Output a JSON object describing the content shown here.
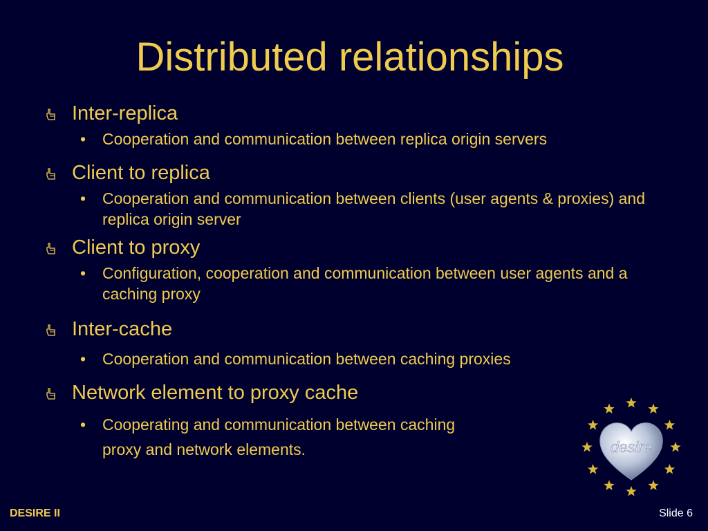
{
  "slide": {
    "title": "Distributed relationships",
    "items": [
      {
        "label": "Inter-replica",
        "sub": [
          "Cooperation and communication between replica origin servers"
        ]
      },
      {
        "label": "Client to replica",
        "sub": [
          "Cooperation and communication between clients (user agents & proxies) and replica origin server"
        ]
      },
      {
        "label": "Client to proxy",
        "sub": [
          "Configuration, cooperation and communication between  user agents and a caching proxy"
        ]
      },
      {
        "label": "Inter-cache",
        "sub": [
          "Cooperation and communication between caching proxies"
        ]
      },
      {
        "label": "Network element to proxy cache",
        "sub": [
          "Cooperating and communication between caching",
          "proxy and network elements."
        ]
      }
    ],
    "bullet_char": "•",
    "bullet_icon": "pointing-hand-icon",
    "footer_left": "DESIRE II",
    "footer_right": "Slide 6",
    "logo_icon": "desire-heart-stars-logo",
    "logo_text": "desire"
  },
  "colors": {
    "background": "#00002e",
    "text": "#f0cc4e",
    "footer_right": "#ffffff",
    "star": "#d8b83a",
    "heart": "#c9d3e6"
  }
}
